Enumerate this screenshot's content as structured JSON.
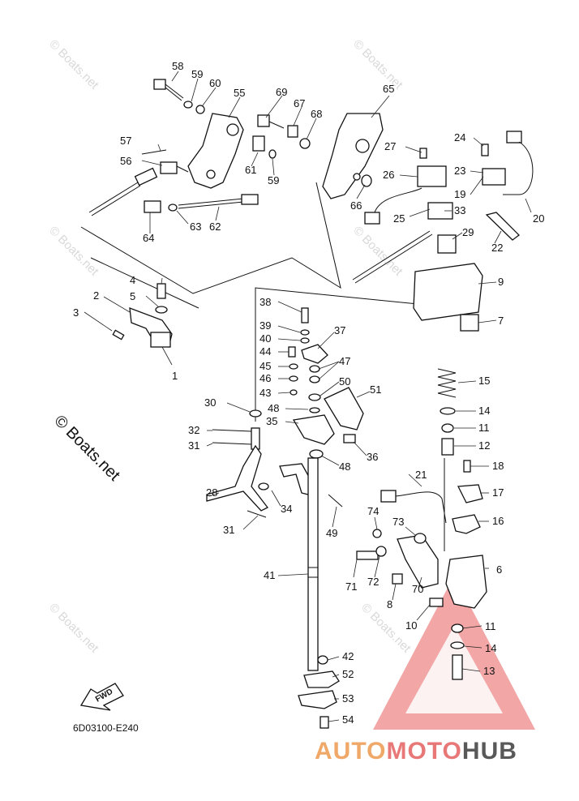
{
  "diagram": {
    "code": "6D03100-E240",
    "copyright": "© Boats.net",
    "watermark": "© Boats.net",
    "fwd_label": "FWD",
    "brand": {
      "part1": "AUTO",
      "part2": "MOTO",
      "part3": "HUB",
      "color1": "#f0a868",
      "color2": "#e87878",
      "color3": "#595959"
    },
    "triangle_color": "#e85c5c",
    "labels": [
      "1",
      "2",
      "3",
      "4",
      "5",
      "6",
      "7",
      "8",
      "9",
      "10",
      "11",
      "11",
      "12",
      "13",
      "14",
      "14",
      "15",
      "16",
      "17",
      "18",
      "19",
      "20",
      "21",
      "22",
      "23",
      "24",
      "25",
      "26",
      "27",
      "28",
      "29",
      "30",
      "31",
      "31",
      "32",
      "33",
      "34",
      "35",
      "36",
      "37",
      "38",
      "39",
      "40",
      "41",
      "42",
      "43",
      "44",
      "45",
      "46",
      "47",
      "48",
      "48",
      "49",
      "50",
      "51",
      "52",
      "53",
      "54",
      "55",
      "56",
      "57",
      "58",
      "59",
      "59",
      "60",
      "61",
      "62",
      "63",
      "64",
      "65",
      "66",
      "67",
      "68",
      "69",
      "70",
      "71",
      "72",
      "73",
      "74"
    ]
  }
}
